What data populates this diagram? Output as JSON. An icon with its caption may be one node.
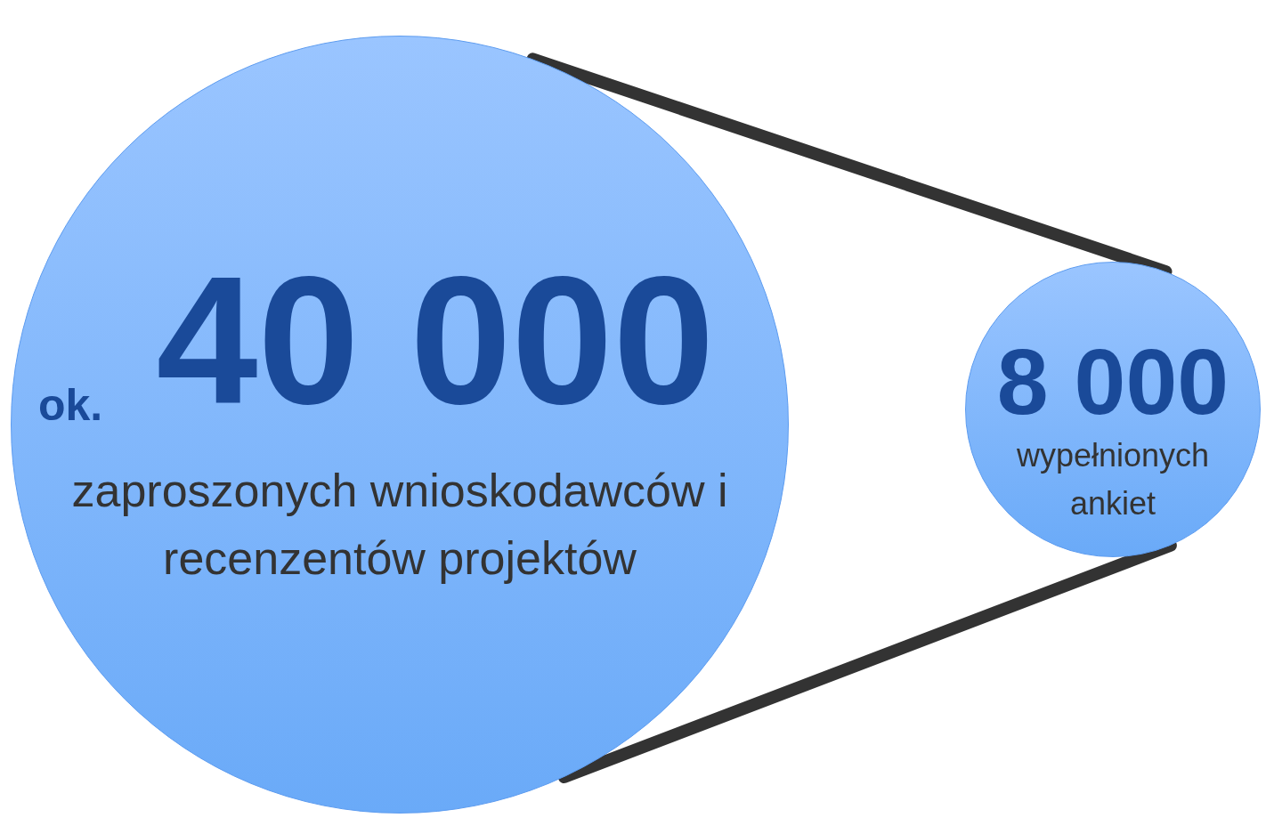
{
  "diagram": {
    "nodes": [
      {
        "text": [
          "ok.",
          "40 000",
          "zaproszonych wnioskodawców i recenzentów projektów"
        ]
      },
      {
        "text": [
          "8 000",
          "wypełnionych ankiet"
        ]
      }
    ],
    "edges": [
      {
        "from": 0,
        "to": 1,
        "arrow": "none"
      },
      {
        "from": 0,
        "to": 1,
        "arrow": "none"
      }
    ]
  }
}
